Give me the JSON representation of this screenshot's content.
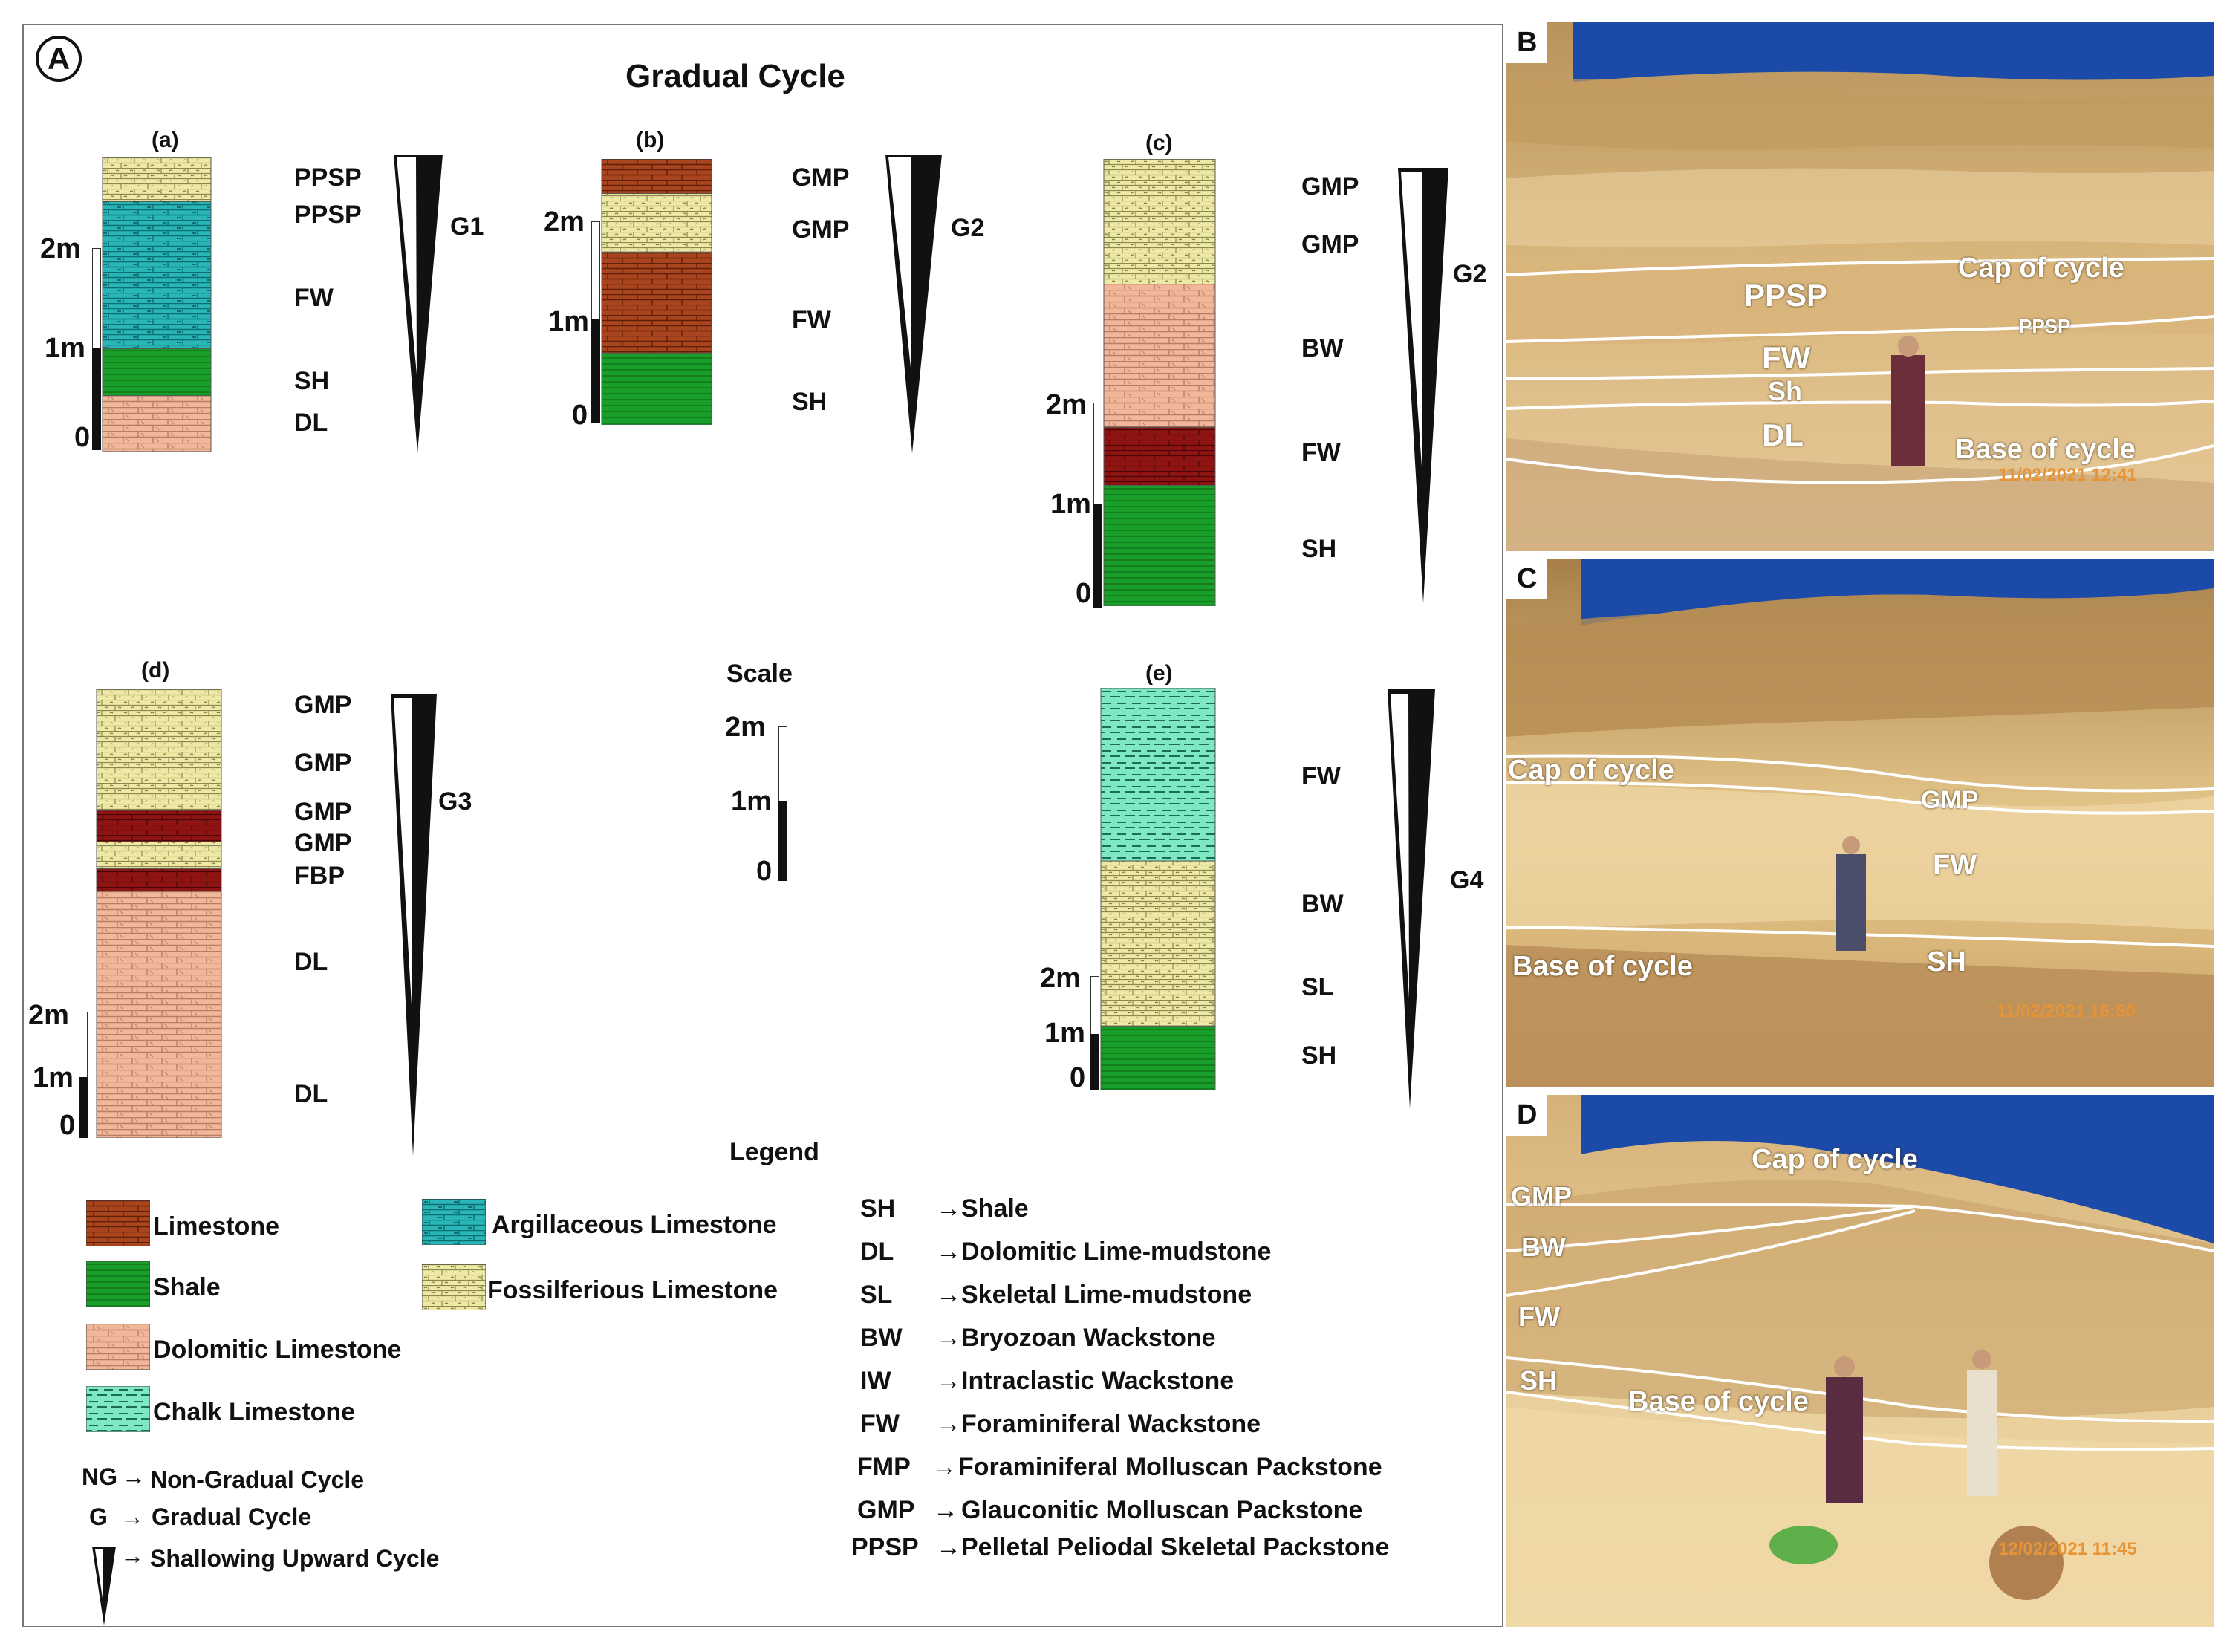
{
  "panel_a": {
    "label": "A",
    "title": "Gradual Cycle",
    "scale_title": "Scale",
    "legend_title": "Legend",
    "columns": [
      {
        "id": "a",
        "label": "(a)",
        "ticks": [
          "2m",
          "1m",
          "0"
        ],
        "cycle": "G1",
        "codes": [
          "PPSP",
          "PPSP",
          "FW",
          "SH",
          "DL"
        ],
        "beds": [
          {
            "lith": "fossil",
            "t": 0.15
          },
          {
            "lith": "argil",
            "t": 0.5
          },
          {
            "lith": "shale",
            "t": 0.16
          },
          {
            "lith": "dolo",
            "t": 0.19
          }
        ]
      },
      {
        "id": "b",
        "label": "(b)",
        "ticks": [
          "2m",
          "1m",
          "0"
        ],
        "cycle": "G2",
        "codes": [
          "GMP",
          "GMP",
          "FW",
          "SH"
        ],
        "beds": [
          {
            "lith": "lime",
            "t": 0.13
          },
          {
            "lith": "fossil",
            "t": 0.22
          },
          {
            "lith": "lime",
            "t": 0.38
          },
          {
            "lith": "shale",
            "t": 0.27
          }
        ]
      },
      {
        "id": "c",
        "label": "(c)",
        "ticks": [
          "2m",
          "1m",
          "0"
        ],
        "cycle": "G2",
        "codes": [
          "GMP",
          "GMP",
          "BW",
          "FW",
          "SH"
        ],
        "beds": [
          {
            "lith": "fossil",
            "t": 0.28
          },
          {
            "lith": "dolo",
            "t": 0.32
          },
          {
            "lith": "lime_red",
            "t": 0.13
          },
          {
            "lith": "shale",
            "t": 0.27
          }
        ]
      },
      {
        "id": "d",
        "label": "(d)",
        "ticks": [
          "2m",
          "1m",
          "0"
        ],
        "cycle": "G3",
        "codes": [
          "GMP",
          "GMP",
          "GMP",
          "GMP",
          "FBP",
          "DL",
          "DL"
        ],
        "beds": [
          {
            "lith": "fossil",
            "t": 0.27
          },
          {
            "lith": "lime_red",
            "t": 0.07
          },
          {
            "lith": "fossil",
            "t": 0.06
          },
          {
            "lith": "lime_red",
            "t": 0.05
          },
          {
            "lith": "dolo",
            "t": 0.55
          }
        ]
      },
      {
        "id": "e",
        "label": "(e)",
        "ticks": [
          "2m",
          "1m",
          "0"
        ],
        "cycle": "G4",
        "codes": [
          "FW",
          "BW",
          "SL",
          "SH"
        ],
        "beds": [
          {
            "lith": "chalk",
            "t": 0.43
          },
          {
            "lith": "fossil",
            "t": 0.41
          },
          {
            "lith": "shale",
            "t": 0.16
          }
        ]
      }
    ],
    "scale_ticks": [
      "2m",
      "1m",
      "0"
    ],
    "legend": {
      "swatches": [
        {
          "lith": "lime",
          "label": "Limestone"
        },
        {
          "lith": "shale",
          "label": "Shale"
        },
        {
          "lith": "dolo",
          "label": "Dolomitic Limestone"
        },
        {
          "lith": "chalk",
          "label": "Chalk Limestone"
        },
        {
          "lith": "argil",
          "label": "Argillaceous Limestone"
        },
        {
          "lith": "fossil",
          "label": "Fossilferious Limestone"
        }
      ],
      "abbreviations": [
        {
          "code": "SH",
          "desc": "Shale"
        },
        {
          "code": "DL",
          "desc": "Dolomitic Lime-mudstone"
        },
        {
          "code": "SL",
          "desc": "Skeletal Lime-mudstone"
        },
        {
          "code": "BW",
          "desc": "Bryozoan Wackstone"
        },
        {
          "code": "IW",
          "desc": "Intraclastic Wackstone"
        },
        {
          "code": "FW",
          "desc": "Foraminiferal Wackstone"
        },
        {
          "code": "FMP",
          "desc": "Foraminiferal Molluscan Packstone"
        },
        {
          "code": "GMP",
          "desc": "Glauconitic Molluscan Packstone"
        },
        {
          "code": "PPSP",
          "desc": "Pelletal Peliodal Skeletal Packstone"
        }
      ],
      "cycle_keys": [
        {
          "code": "NG",
          "desc": "Non-Gradual Cycle"
        },
        {
          "code": "G",
          "desc": "Gradual Cycle"
        },
        {
          "code": "",
          "desc": "Shallowing Upward Cycle"
        }
      ]
    }
  },
  "photos": {
    "B": {
      "label": "B",
      "cap": "Cap of cycle",
      "ppsp_big": "PPSP",
      "ppsp_small": "PPSP",
      "fw": "FW",
      "sh": "Sh",
      "dl": "DL",
      "base": "Base of cycle",
      "timestamp": "11/02/2021 12:41"
    },
    "C": {
      "label": "C",
      "cap": "Cap of cycle",
      "gmp": "GMP",
      "fw": "FW",
      "base": "Base of cycle",
      "sh": "SH",
      "timestamp": "11/02/2021 16:50"
    },
    "D": {
      "label": "D",
      "cap": "Cap of cycle",
      "gmp": "GMP",
      "bw": "BW",
      "fw": "FW",
      "sh": "SH",
      "base": "Base of cycle",
      "timestamp": "12/02/2021 11:45"
    }
  },
  "colors": {
    "lime": "#a8441e",
    "lime_red": "#8e1414",
    "shale": "#1a9e2a",
    "dolo": "#f2b79a",
    "chalk": "#7ee8c2",
    "argil": "#2ab5b8",
    "fossil": "#eee9a4"
  }
}
